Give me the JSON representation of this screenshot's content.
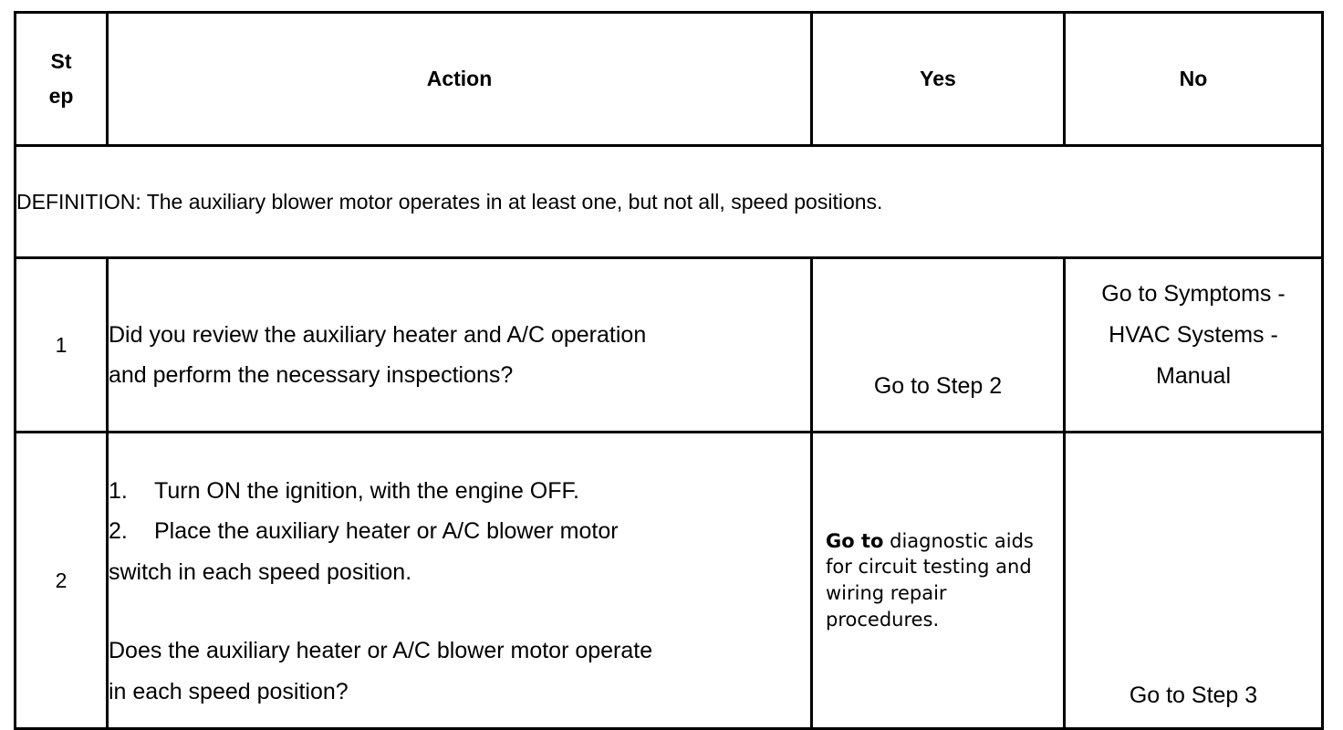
{
  "table": {
    "headers": {
      "step": "Step",
      "step_line_1": "St",
      "step_line_2": "ep",
      "action": "Action",
      "yes": "Yes",
      "no": "No"
    },
    "definition_row": {
      "text": "DEFINITION: The auxiliary blower motor operates in at least one, but not all, speed positions."
    },
    "rows": [
      {
        "step": "1",
        "action_lines": [
          "Did you review the auxiliary heater and A/C operation",
          "and perform the necessary inspections?"
        ],
        "yes_lines": [
          "Go to Step 2"
        ],
        "no_lines": [
          "Go to Symptoms -",
          "HVAC Systems -",
          "Manual"
        ]
      },
      {
        "step": "2",
        "action_numbered": [
          {
            "marker": "1.",
            "text": "Turn ON the ignition, with the engine OFF."
          },
          {
            "marker": "2.",
            "text": "Place the auxiliary heater or A/C blower motor"
          }
        ],
        "action_continuation": "switch in each speed position.",
        "action_question_lines": [
          " Does the auxiliary heater or A/C blower motor operate",
          "in each speed position?"
        ],
        "yes_lines": [
          "Go to",
          " diagnostic aids",
          "for circuit testing and",
          "wiring repair",
          "procedures."
        ],
        "yes_lead": "Go to",
        "yes_rest_line_1": " diagnostic aids",
        "yes_line_2": "for circuit testing and",
        "yes_line_3": "wiring repair",
        "yes_line_4": "procedures.",
        "no_lines": [
          "Go to Step 3"
        ]
      }
    ]
  },
  "colors": {
    "border": "#000000",
    "text": "#000000",
    "background": "#ffffff"
  }
}
